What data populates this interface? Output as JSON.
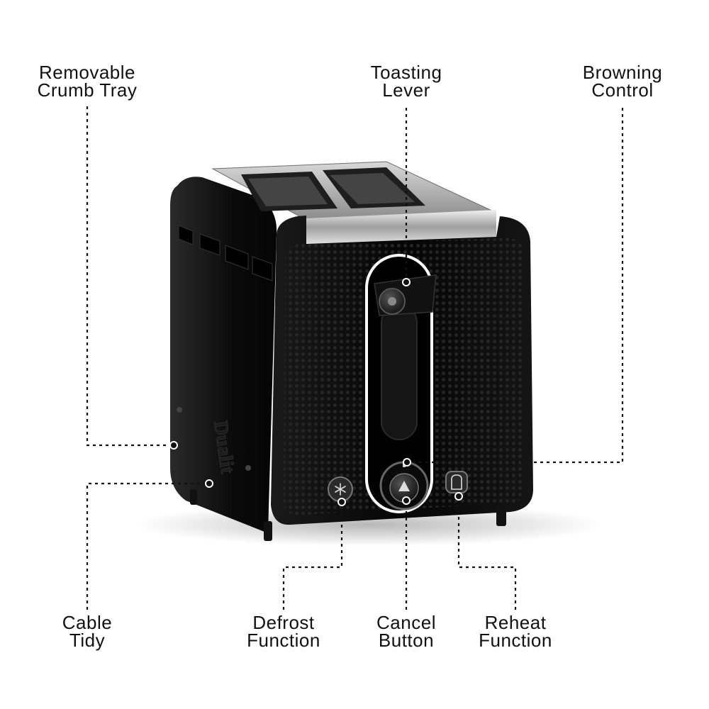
{
  "callouts": {
    "crumb_tray": {
      "line1": "Removable",
      "line2": "Crumb Tray"
    },
    "toasting_lever": {
      "line1": "Toasting",
      "line2": "Lever"
    },
    "browning_control": {
      "line1": "Browning",
      "line2": "Control"
    },
    "cable_tidy": {
      "line1": "Cable",
      "line2": "Tidy"
    },
    "defrost": {
      "line1": "Defrost",
      "line2": "Function"
    },
    "cancel": {
      "line1": "Cancel",
      "line2": "Button"
    },
    "reheat": {
      "line1": "Reheat",
      "line2": "Function"
    }
  },
  "product": {
    "brand_mark": "Dualit",
    "body_color": "#0d0d0d",
    "chrome_color": "#c9c9c9",
    "accent_color": "#ffffff"
  },
  "icons": {
    "defrost": "snowflake-icon",
    "cancel": "triangle-icon",
    "reheat": "toast-icon"
  }
}
